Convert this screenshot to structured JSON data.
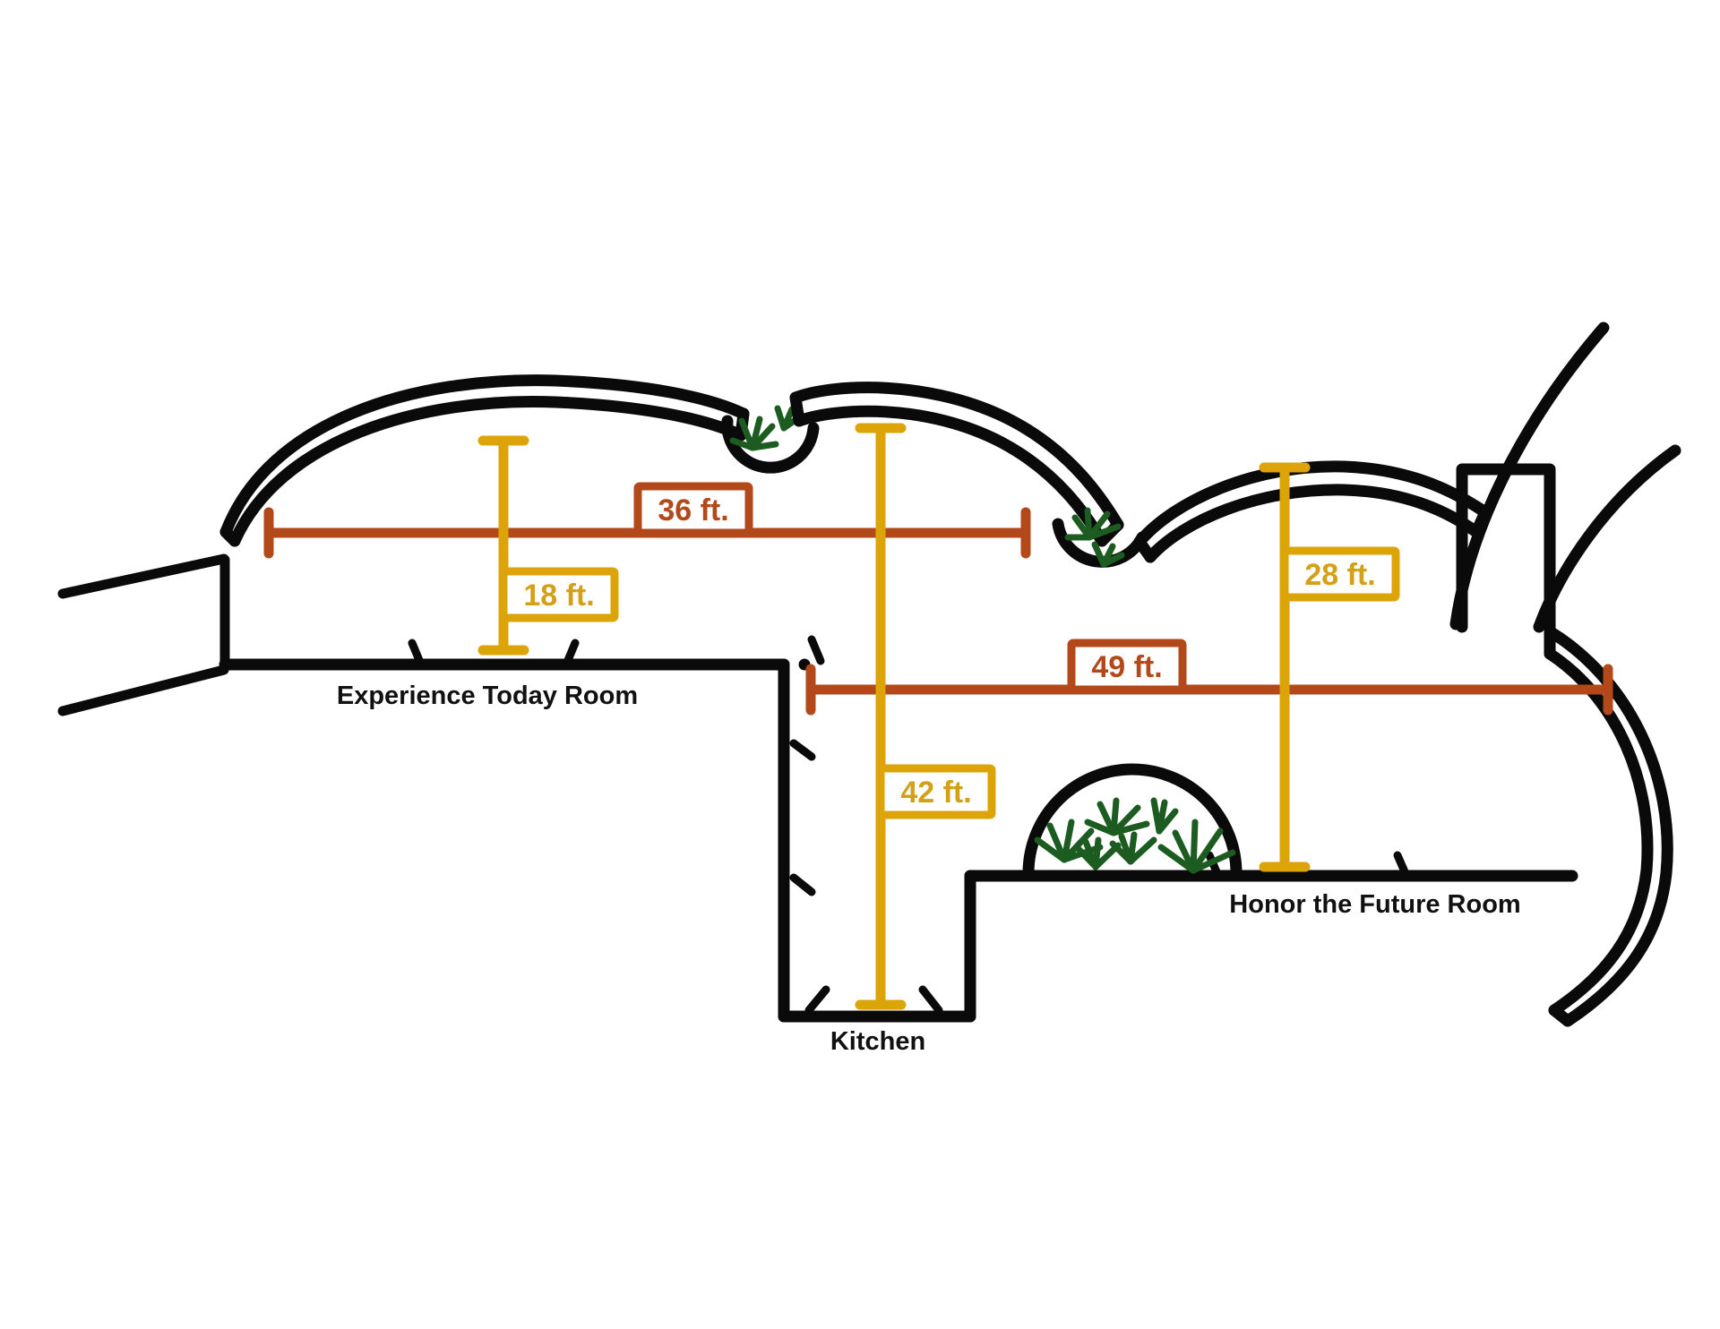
{
  "diagram": {
    "type": "architectural-floor-plan",
    "background_color": "#ffffff",
    "wall_color": "#0a0a0a",
    "planting_color": "#1d5c20",
    "accent_colors": {
      "horizontal_dimension": "#b3491b",
      "vertical_dimension": "#dda409"
    }
  },
  "rooms": [
    {
      "id": "experience-today",
      "label": "Experience Today Room"
    },
    {
      "id": "kitchen",
      "label": "Kitchen"
    },
    {
      "id": "honor-the-future",
      "label": "Honor the Future Room"
    }
  ],
  "dimensions": {
    "horizontal": [
      {
        "id": "dim-36",
        "label": "36 ft.",
        "value": 36,
        "unit": "ft.",
        "color": "#b3491b",
        "orientation": "horizontal"
      },
      {
        "id": "dim-49",
        "label": "49 ft.",
        "value": 49,
        "unit": "ft.",
        "color": "#b3491b",
        "orientation": "horizontal"
      }
    ],
    "vertical": [
      {
        "id": "dim-18",
        "label": "18 ft.",
        "value": 18,
        "unit": "ft.",
        "color": "#dda409",
        "orientation": "vertical"
      },
      {
        "id": "dim-42",
        "label": "42 ft.",
        "value": 42,
        "unit": "ft.",
        "color": "#dda409",
        "orientation": "vertical"
      },
      {
        "id": "dim-28",
        "label": "28 ft.",
        "value": 28,
        "unit": "ft.",
        "color": "#dda409",
        "orientation": "vertical"
      }
    ]
  },
  "features": [
    {
      "id": "planter-small-left",
      "name": "round-planter",
      "shape": "circular",
      "contents": "grass-tufts"
    },
    {
      "id": "planter-small-right",
      "name": "round-planter",
      "shape": "circular",
      "contents": "grass-tufts"
    },
    {
      "id": "planter-bed",
      "name": "semicircular-planter-bed",
      "shape": "semicircle",
      "contents": "grass-tufts"
    },
    {
      "id": "alcove-right",
      "name": "rectangular-alcove",
      "shape": "rectangle"
    },
    {
      "id": "entry-left",
      "name": "left-entry-opening",
      "shape": "splayed-opening"
    }
  ]
}
